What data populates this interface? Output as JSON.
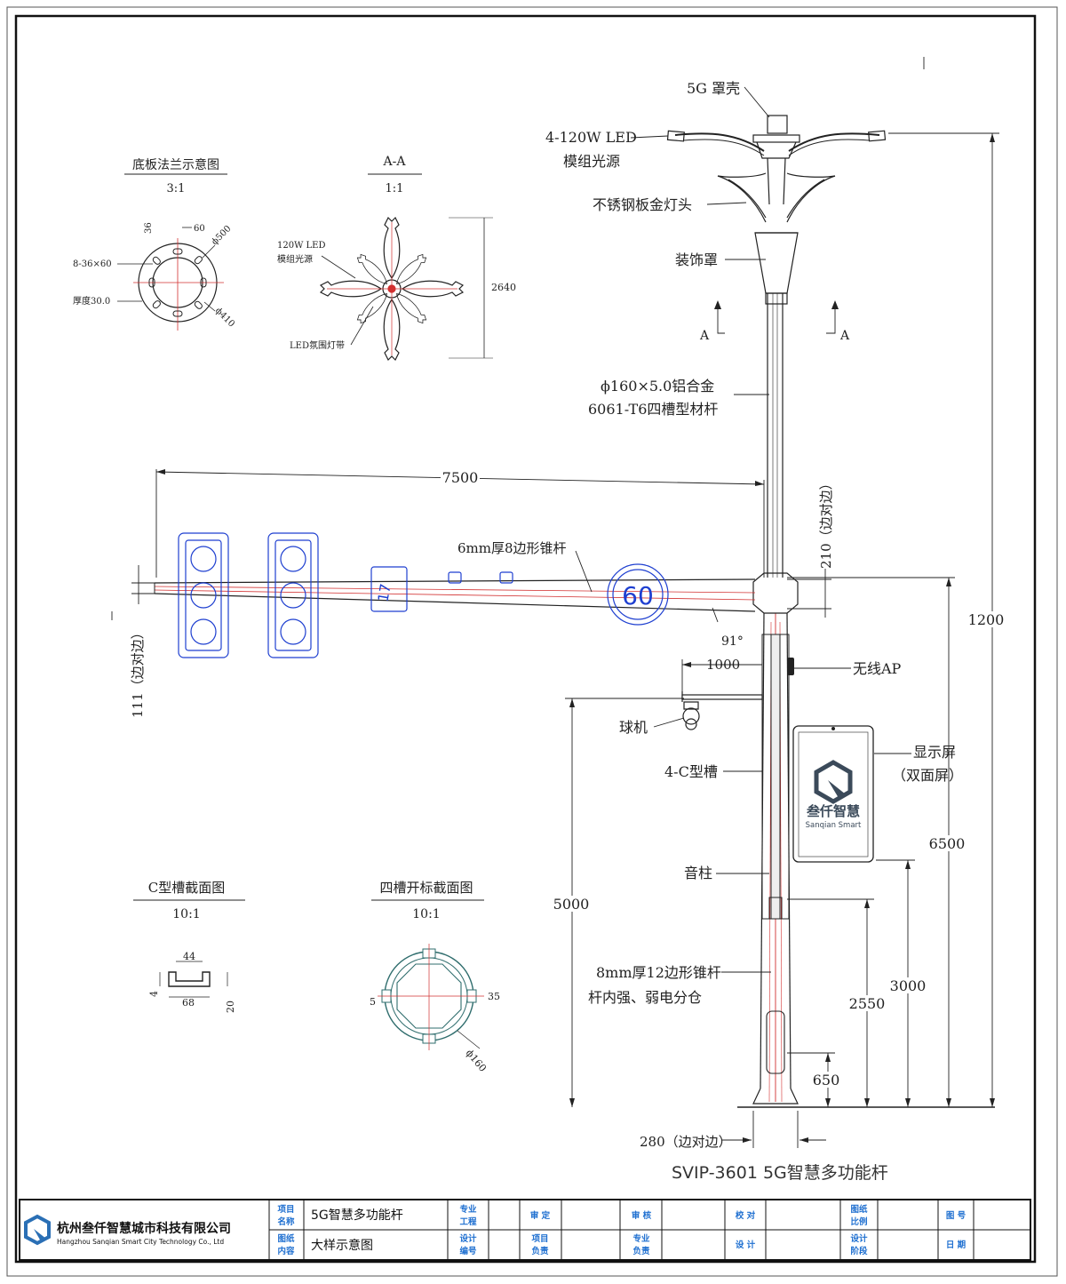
{
  "drawing_title": "SVIP-3601 5G智慧多功能杆",
  "labels": {
    "shell": "5G 罩壳",
    "led_module_1": "4-120W LED",
    "led_module_2": "模组光源",
    "lamp_head": "不锈钢板金灯头",
    "deco_cover": "装饰罩",
    "section_a_left": "A",
    "section_a_right": "A",
    "pole_mat_1": "ϕ160×5.0铝合金",
    "pole_mat_2": "6061-T6四槽型材杆",
    "arm_length": "7500",
    "arm": "6mm厚8边形锥杆",
    "sign_speed": "60",
    "angle": "91°",
    "arm_height": "210（边对边）",
    "arm_base": "111（边对边）",
    "wifi_offset": "1000",
    "wifi": "无线AP",
    "camera": "球机",
    "c_slot": "4-C型槽",
    "display_1": "显示屏",
    "display_2": "（双面屏）",
    "speaker": "音柱",
    "pole_low_1": "8mm厚12边形锥杆",
    "pole_low_2": "杆内强、弱电分仓",
    "base_width": "280（边对边）",
    "logo_cn": "叁仟智慧",
    "logo_en": "Sanqian Smart",
    "dim_12000": "1200",
    "dim_6500": "6500",
    "dim_5000": "5000",
    "dim_3000": "3000",
    "dim_2550": "2550",
    "dim_650": "650",
    "dim_2640": "2640"
  },
  "details": {
    "flange": {
      "title": "底板法兰示意图",
      "scale": "3:1",
      "holes": "8-36×60",
      "thick": "厚度30.0",
      "d1": "ϕ500",
      "d2": "ϕ410",
      "n36": "36",
      "n60": "60"
    },
    "section_aa": {
      "title": "A-A",
      "scale": "1:1",
      "led": "120W LED",
      "led2": "模组光源",
      "strip": "LED氛围灯带"
    },
    "cslot": {
      "title": "C型槽截面图",
      "scale": "10:1",
      "w1": "44",
      "w2": "68",
      "h1": "4",
      "h2": "20"
    },
    "fourslot": {
      "title": "四槽开标截面图",
      "scale": "10:1",
      "a": "5",
      "b": "35",
      "d": "ϕ160"
    }
  },
  "title_block": {
    "company_cn": "杭州叁仟智慧城市科技有限公司",
    "company_en": "Hangzhou Sanqian Smart City Technology Co., Ltd",
    "project_label_1": "项目",
    "project_label_2": "名称",
    "project_value": "5G智慧多功能杆",
    "drawing_label_1": "图纸",
    "drawing_label_2": "内容",
    "drawing_value": "大样示意图",
    "major_1": "专业",
    "major_2": "工程",
    "design_no_1": "设计",
    "design_no_2": "编号",
    "check": "审 定",
    "proj_resp_1": "项目",
    "proj_resp_2": "负责",
    "review": "审 核",
    "major_resp_1": "专业",
    "major_resp_2": "负责",
    "proof": "校 对",
    "design": "设 计",
    "ratio_1": "图纸",
    "ratio_2": "比例",
    "stage_1": "设计",
    "stage_2": "阶段",
    "sheet": "图 号",
    "date": "日 期"
  },
  "colors": {
    "line": "#222222",
    "blue": "#1e3fd0",
    "red": "#d23030",
    "teal": "#2f6d6d",
    "accent": "#1e6fd0"
  }
}
